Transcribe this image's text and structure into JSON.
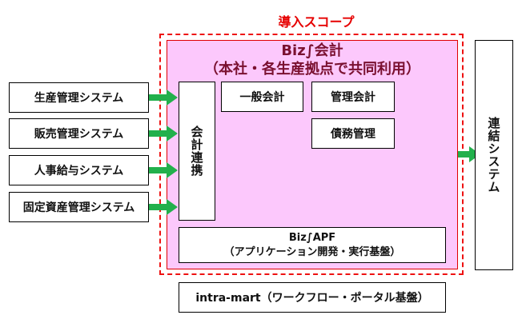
{
  "scope_label": "導入スコープ",
  "biz_accounting": {
    "title": "Biz∫会計",
    "subtitle": "（本社・各生産拠点で共同利用）"
  },
  "source_systems": [
    {
      "label": "生産管理システム"
    },
    {
      "label": "販売管理システム"
    },
    {
      "label": "人事給与システム"
    },
    {
      "label": "固定資産管理システム"
    }
  ],
  "accounting_link": {
    "label": "会計連携"
  },
  "modules": [
    {
      "label": "一般会計"
    },
    {
      "label": "管理会計"
    },
    {
      "label": "債務管理"
    }
  ],
  "apf": {
    "title": "Biz∫APF",
    "subtitle": "（アプリケーション開発・実行基盤）"
  },
  "intramart": {
    "label": "intra-mart（ワークフロー・ポータル基盤）"
  },
  "consolidation": {
    "label": "連結システム"
  },
  "colors": {
    "scope_red": "#ee1111",
    "pink_fill": "#fcc8fc",
    "title_maroon": "#7a1030",
    "arrow_green": "#22b04c"
  }
}
